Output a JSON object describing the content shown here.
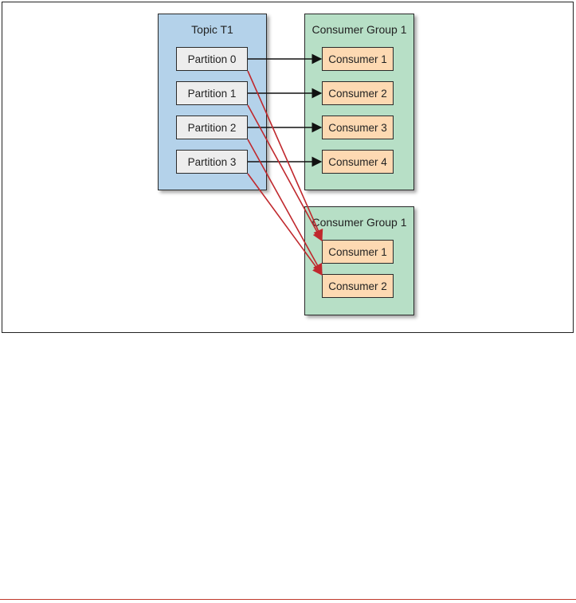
{
  "topic": {
    "title": "Topic T1",
    "partitions": [
      "Partition 0",
      "Partition 1",
      "Partition 2",
      "Partition 3"
    ]
  },
  "group1": {
    "title": "Consumer Group 1",
    "consumers": [
      "Consumer 1",
      "Consumer 2",
      "Consumer 3",
      "Consumer 4"
    ]
  },
  "group2": {
    "title": "Consumer Group 1",
    "consumers": [
      "Consumer 1",
      "Consumer 2"
    ]
  },
  "colors": {
    "topic_bg": "#b4d2ea",
    "group_bg": "#b7dfc6",
    "partition_bg": "#ededed",
    "consumer_bg": "#fdd9b2",
    "group1_arrow": "#111111",
    "group2_arrow": "#c0282d"
  },
  "edges": {
    "group1": [
      [
        "Partition 0",
        "Consumer 1"
      ],
      [
        "Partition 1",
        "Consumer 2"
      ],
      [
        "Partition 2",
        "Consumer 3"
      ],
      [
        "Partition 3",
        "Consumer 4"
      ]
    ],
    "group2": [
      [
        "Partition 0",
        "Consumer 1"
      ],
      [
        "Partition 1",
        "Consumer 1"
      ],
      [
        "Partition 2",
        "Consumer 2"
      ],
      [
        "Partition 3",
        "Consumer 2"
      ]
    ]
  }
}
